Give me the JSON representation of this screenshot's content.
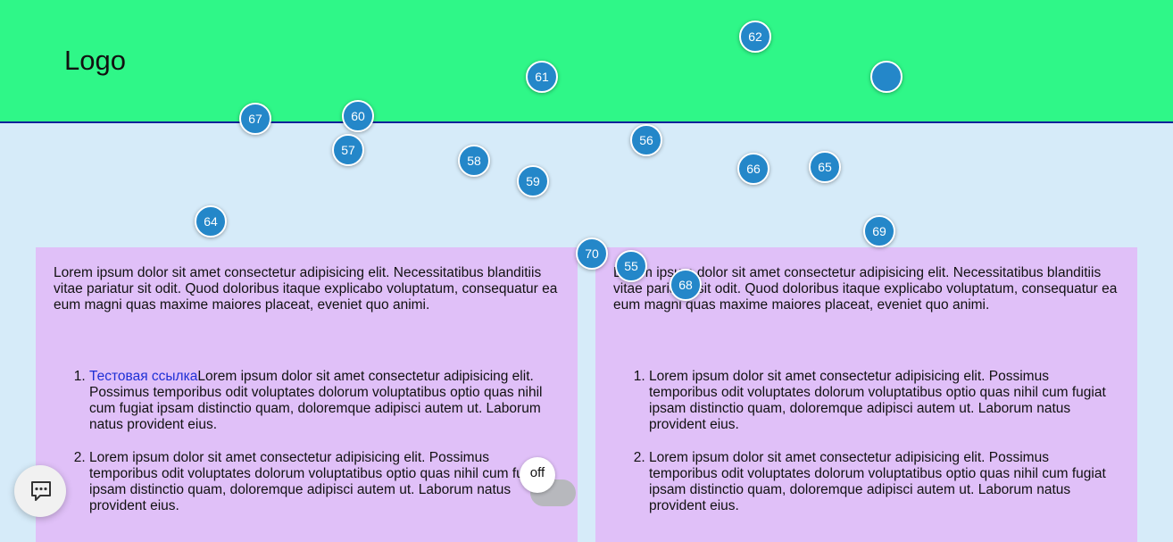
{
  "header": {
    "logo": "Logo",
    "bg_color": "#2ff788"
  },
  "cards": [
    {
      "paragraph": "Lorem ipsum dolor sit amet consectetur adipisicing elit. Necessitatibus blanditiis vitae pariatur sit odit. Quod doloribus itaque explicabo voluptatum, consequatur ea eum magni quas maxime maiores placeat, eveniet quo animi.",
      "items": [
        {
          "link": "Тестовая ссылка",
          "text": "Lorem ipsum dolor sit amet consectetur adipisicing elit. Possimus temporibus odit voluptates dolorum voluptatibus optio quas nihil cum fugiat ipsam distinctio quam, doloremque adipisci autem ut. Laborum natus provident eius."
        },
        {
          "text": "Lorem ipsum dolor sit amet consectetur adipisicing elit. Possimus temporibus odit voluptates dolorum voluptatibus optio quas nihil cum fugiat ipsam distinctio quam, doloremque adipisci autem ut. Laborum natus provident eius."
        }
      ]
    },
    {
      "paragraph": "Lorem ipsum dolor sit amet consectetur adipisicing elit. Necessitatibus blanditiis vitae pariatur sit odit. Quod doloribus itaque explicabo voluptatum, consequatur ea eum magni quas maxime maiores placeat, eveniet quo animi.",
      "items": [
        {
          "text": "Lorem ipsum dolor sit amet consectetur adipisicing elit. Possimus temporibus odit voluptates dolorum voluptatibus optio quas nihil cum fugiat ipsam distinctio quam, doloremque adipisci autem ut. Laborum natus provident eius."
        },
        {
          "text": "Lorem ipsum dolor sit amet consectetur adipisicing elit. Possimus temporibus odit voluptates dolorum voluptatibus optio quas nihil cum fugiat ipsam distinctio quam, doloremque adipisci autem ut. Laborum natus provident eius."
        }
      ]
    }
  ],
  "markers": [
    "62",
    "61",
    "67",
    "60",
    "57",
    "58",
    "59",
    "56",
    "66",
    "65",
    "64",
    "69",
    "70",
    "55",
    "68"
  ],
  "toggle": {
    "label": "off"
  },
  "chat": {
    "icon": "chat-icon"
  },
  "colors": {
    "card": "#e0c0f8",
    "marker": "#2487c9",
    "link": "#1e2fd6"
  }
}
